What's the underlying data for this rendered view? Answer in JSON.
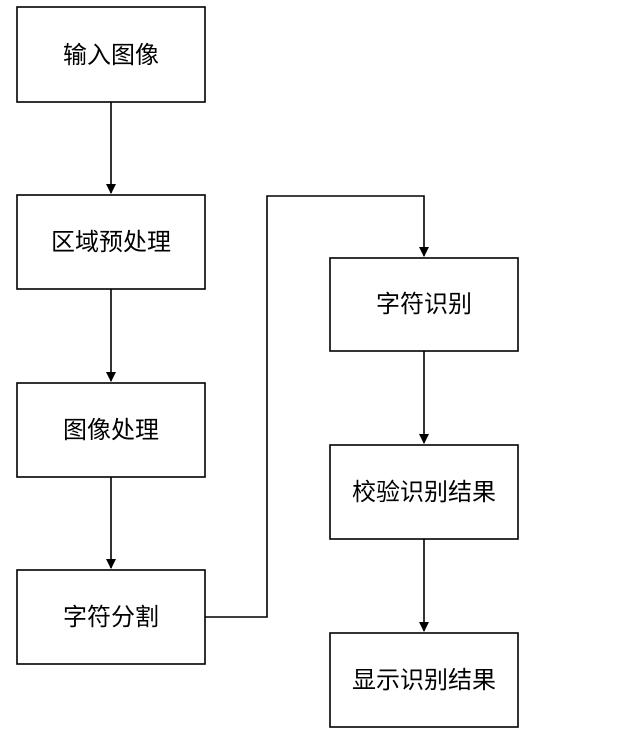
{
  "diagram": {
    "type": "flowchart",
    "line_color": "#000000",
    "node_fill": "#ffffff",
    "nodes": [
      {
        "id": "input",
        "label": "输入图像"
      },
      {
        "id": "region",
        "label": "区域预处理"
      },
      {
        "id": "image",
        "label": "图像处理"
      },
      {
        "id": "segment",
        "label": "字符分割"
      },
      {
        "id": "recognize",
        "label": "字符识别"
      },
      {
        "id": "verify",
        "label": "校验识别结果"
      },
      {
        "id": "display",
        "label": "显示识别结果"
      }
    ],
    "edges": [
      {
        "from": "input",
        "to": "region"
      },
      {
        "from": "region",
        "to": "image"
      },
      {
        "from": "image",
        "to": "segment"
      },
      {
        "from": "segment",
        "to": "recognize"
      },
      {
        "from": "recognize",
        "to": "verify"
      },
      {
        "from": "verify",
        "to": "display"
      }
    ]
  }
}
